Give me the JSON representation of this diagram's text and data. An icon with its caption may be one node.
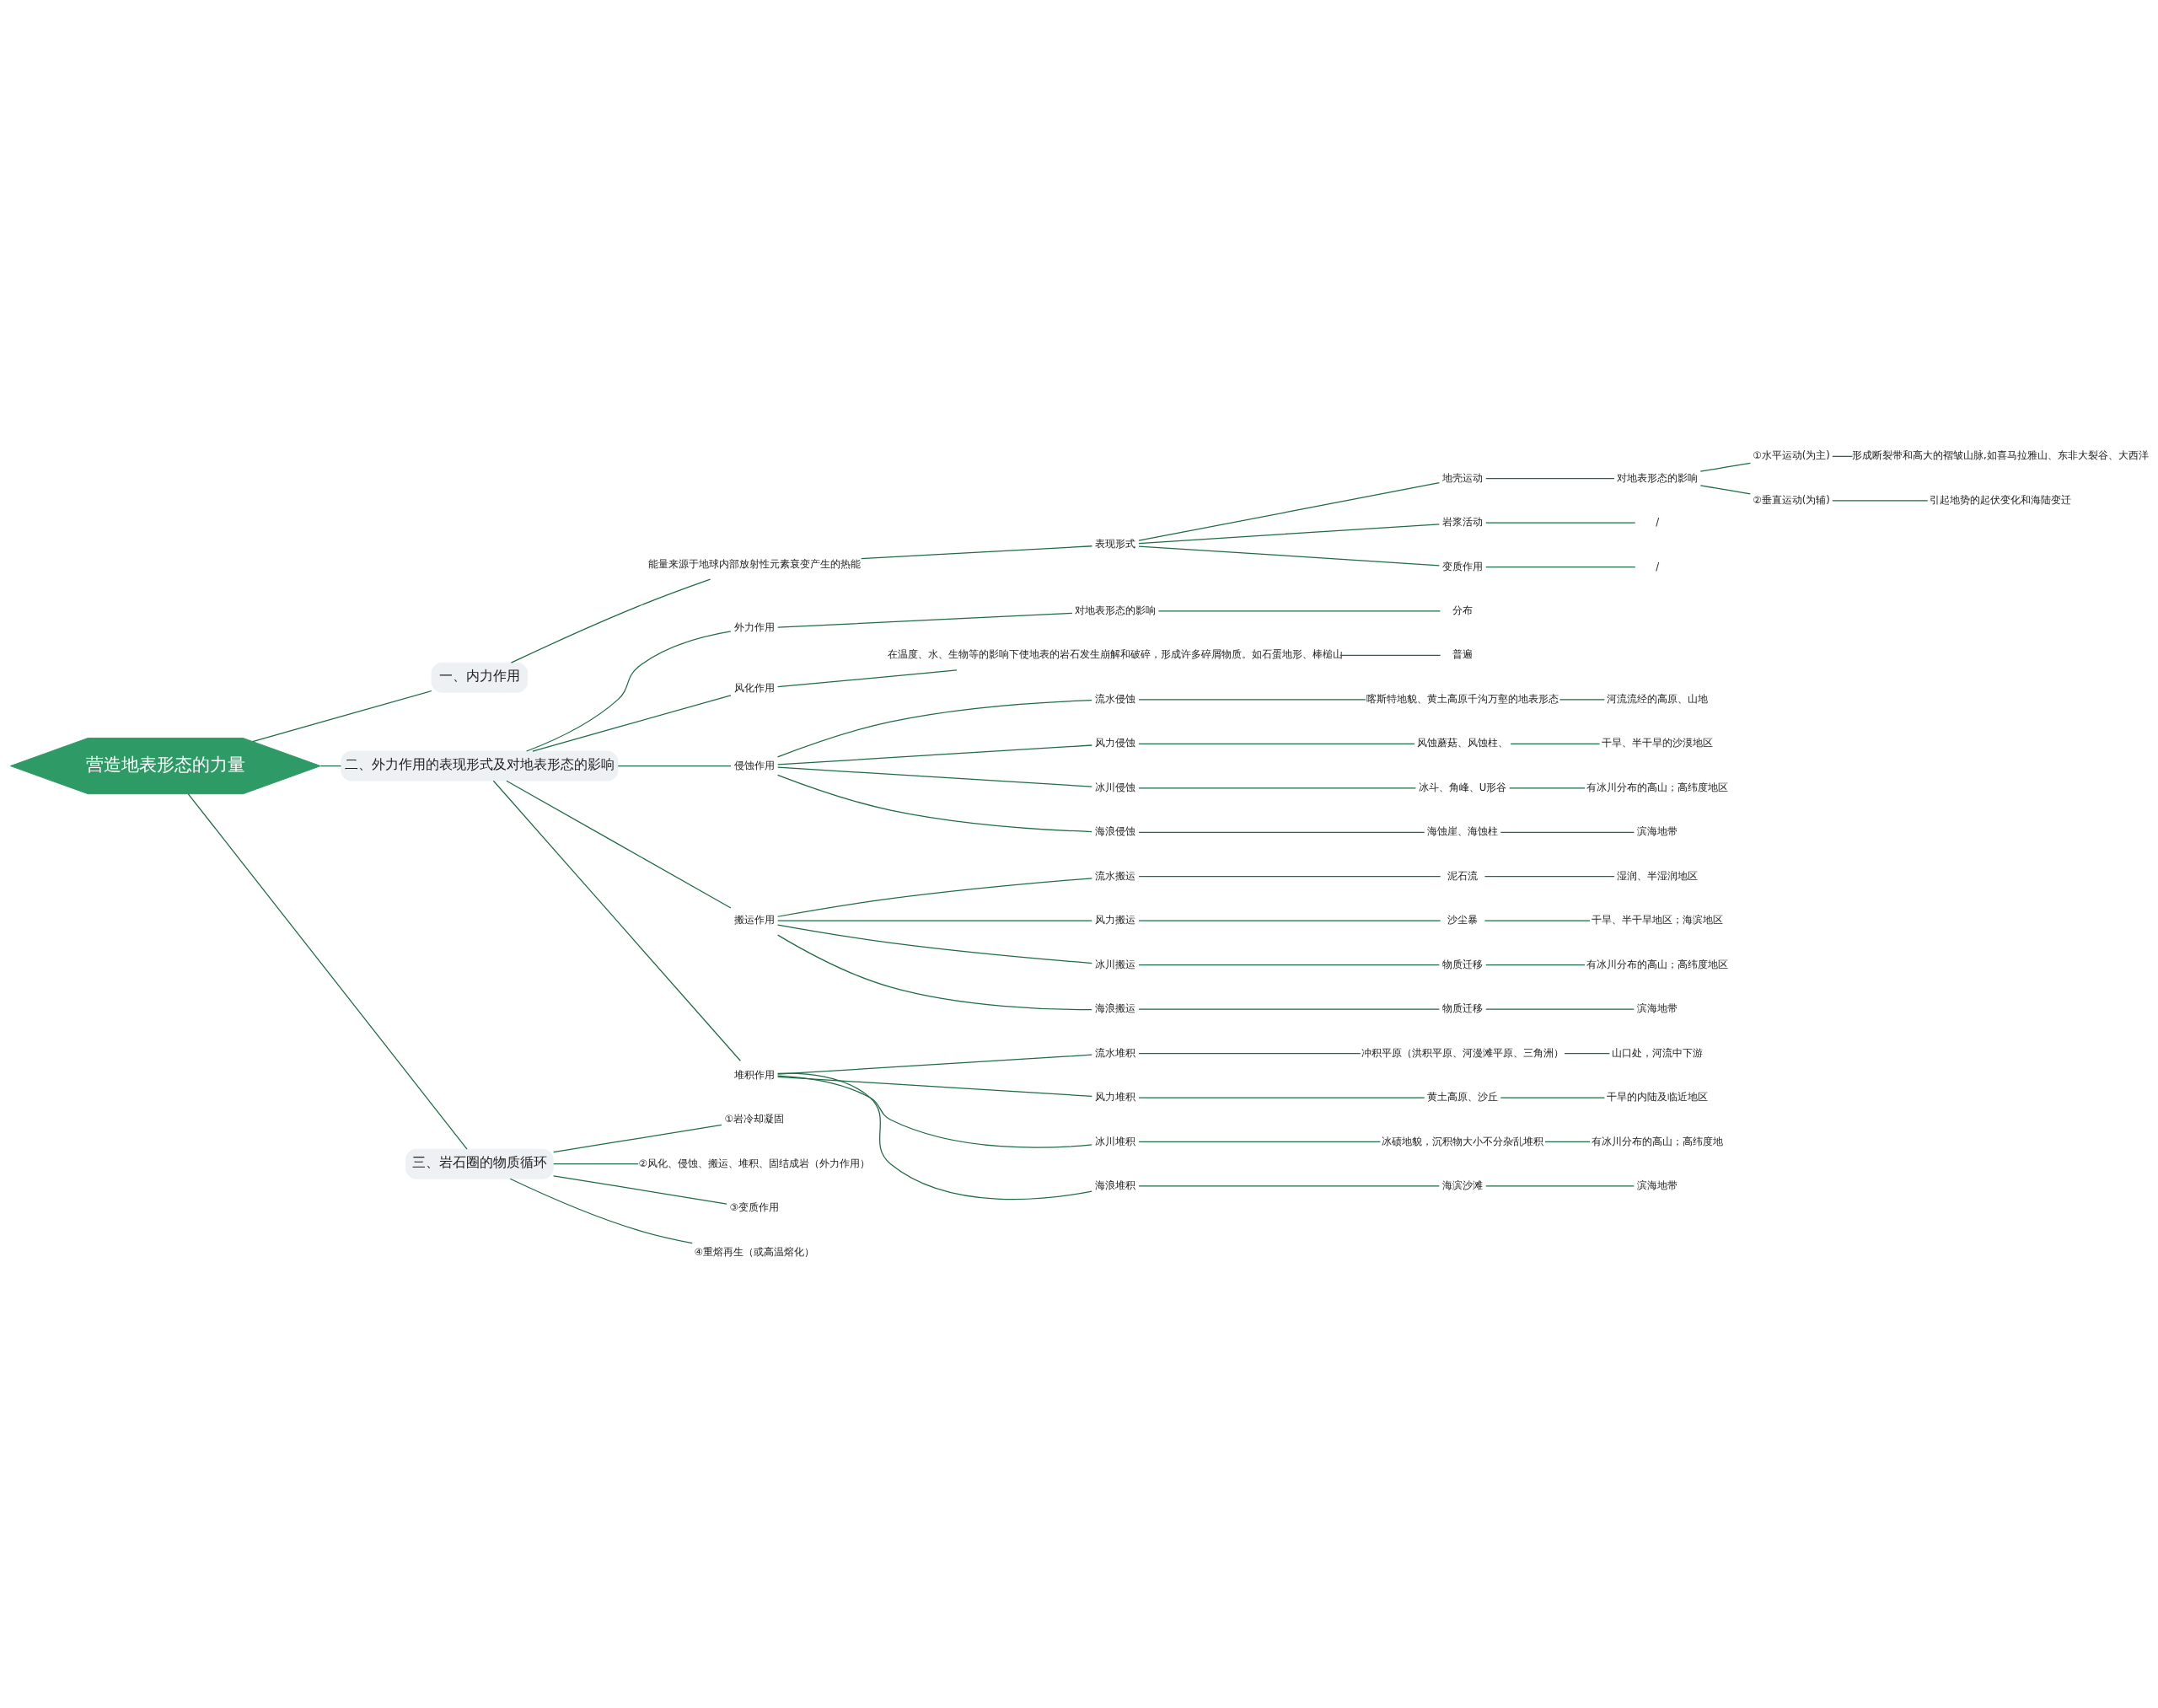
{
  "diagram": {
    "nodes": [
      {
        "text": [
          "营造地表形态的力量"
        ]
      },
      {
        "text": [
          "一、内力作用"
        ]
      },
      {
        "text": [
          "能量来源于地球内部放射性元素衰变产生的热能"
        ]
      },
      {
        "text": [
          "表现形式"
        ]
      },
      {
        "text": [
          "地壳运动"
        ]
      },
      {
        "text": [
          "对地表形态的影响"
        ]
      },
      {
        "text": [
          "①水平运动(为主)"
        ]
      },
      {
        "text": [
          "形成断裂带和高大的褶皱山脉,如喜马拉雅山、东非大裂谷、大西洋"
        ]
      },
      {
        "text": [
          "②垂直运动(为辅)"
        ]
      },
      {
        "text": [
          "引起地势的起伏变化和海陆变迁"
        ]
      },
      {
        "text": [
          "岩浆活动"
        ]
      },
      {
        "text": [
          "/"
        ]
      },
      {
        "text": [
          "变质作用"
        ]
      },
      {
        "text": [
          "/"
        ]
      },
      {
        "text": [
          "二、外力作用的表现形式及对地表形态的影响"
        ]
      },
      {
        "text": [
          "外力作用"
        ]
      },
      {
        "text": [
          "对地表形态的影响"
        ]
      },
      {
        "text": [
          "分布"
        ]
      },
      {
        "text": [
          "风化作用"
        ]
      },
      {
        "text": [
          "在温度、水、生物等的影响下使地表的岩石发生崩解和破碎，形成许多碎屑物质。如石蛋地形、棒槌山"
        ]
      },
      {
        "text": [
          "普遍"
        ]
      },
      {
        "text": [
          "侵蚀作用"
        ]
      },
      {
        "text": [
          "流水侵蚀"
        ]
      },
      {
        "text": [
          "喀斯特地貌、黄土高原千沟万壑的地表形态"
        ]
      },
      {
        "text": [
          "河流流经的高原、山地"
        ]
      },
      {
        "text": [
          "风力侵蚀"
        ]
      },
      {
        "text": [
          "风蚀蘑菇、风蚀柱、"
        ]
      },
      {
        "text": [
          "干旱、半干旱的沙漠地区"
        ]
      },
      {
        "text": [
          "冰川侵蚀"
        ]
      },
      {
        "text": [
          "冰斗、角峰、U形谷"
        ]
      },
      {
        "text": [
          "有冰川分布的高山；高纬度地区"
        ]
      },
      {
        "text": [
          "海浪侵蚀"
        ]
      },
      {
        "text": [
          "海蚀崖、海蚀柱"
        ]
      },
      {
        "text": [
          "滨海地带"
        ]
      },
      {
        "text": [
          "搬运作用"
        ]
      },
      {
        "text": [
          "流水搬运"
        ]
      },
      {
        "text": [
          "泥石流"
        ]
      },
      {
        "text": [
          "湿润、半湿润地区"
        ]
      },
      {
        "text": [
          "风力搬运"
        ]
      },
      {
        "text": [
          "沙尘暴"
        ]
      },
      {
        "text": [
          "干旱、半干旱地区；海滨地区"
        ]
      },
      {
        "text": [
          "冰川搬运"
        ]
      },
      {
        "text": [
          "物质迁移"
        ]
      },
      {
        "text": [
          "有冰川分布的高山；高纬度地区"
        ]
      },
      {
        "text": [
          "海浪搬运"
        ]
      },
      {
        "text": [
          "物质迁移"
        ]
      },
      {
        "text": [
          "滨海地带"
        ]
      },
      {
        "text": [
          "堆积作用"
        ]
      },
      {
        "text": [
          "流水堆积"
        ]
      },
      {
        "text": [
          "冲积平原（洪积平原、河漫滩平原、三角洲）"
        ]
      },
      {
        "text": [
          "山口处，河流中下游"
        ]
      },
      {
        "text": [
          "风力堆积"
        ]
      },
      {
        "text": [
          "黄土高原、沙丘"
        ]
      },
      {
        "text": [
          "干旱的内陆及临近地区"
        ]
      },
      {
        "text": [
          "冰川堆积"
        ]
      },
      {
        "text": [
          "冰碛地貌，沉积物大小不分杂乱堆积"
        ]
      },
      {
        "text": [
          "有冰川分布的高山；高纬度地"
        ]
      },
      {
        "text": [
          "海浪堆积"
        ]
      },
      {
        "text": [
          "海滨沙滩"
        ]
      },
      {
        "text": [
          "滨海地带"
        ]
      },
      {
        "text": [
          "三、岩石圈的物质循环"
        ]
      },
      {
        "text": [
          "①岩冷却凝固"
        ]
      },
      {
        "text": [
          "②风化、侵蚀、搬运、堆积、固结成岩（外力作用）"
        ]
      },
      {
        "text": [
          "③变质作用"
        ]
      },
      {
        "text": [
          "④重熔再生（或高温熔化）"
        ]
      }
    ],
    "edges": [
      {
        "from": 0,
        "to": 1,
        "arrow": "none"
      },
      {
        "from": 1,
        "to": 2,
        "arrow": "none"
      },
      {
        "from": 2,
        "to": 3,
        "arrow": "none"
      },
      {
        "from": 3,
        "to": 4,
        "arrow": "none"
      },
      {
        "from": 4,
        "to": 5,
        "arrow": "none"
      },
      {
        "from": 5,
        "to": 6,
        "arrow": "none"
      },
      {
        "from": 6,
        "to": 7,
        "arrow": "none"
      },
      {
        "from": 5,
        "to": 8,
        "arrow": "none"
      },
      {
        "from": 8,
        "to": 9,
        "arrow": "none"
      },
      {
        "from": 3,
        "to": 10,
        "arrow": "none"
      },
      {
        "from": 10,
        "to": 11,
        "arrow": "none"
      },
      {
        "from": 3,
        "to": 12,
        "arrow": "none"
      },
      {
        "from": 12,
        "to": 13,
        "arrow": "none"
      },
      {
        "from": 0,
        "to": 14,
        "arrow": "none"
      },
      {
        "from": 14,
        "to": 15,
        "arrow": "none"
      },
      {
        "from": 15,
        "to": 16,
        "arrow": "none"
      },
      {
        "from": 16,
        "to": 17,
        "arrow": "none"
      },
      {
        "from": 14,
        "to": 18,
        "arrow": "none"
      },
      {
        "from": 18,
        "to": 19,
        "arrow": "none"
      },
      {
        "from": 19,
        "to": 20,
        "arrow": "none"
      },
      {
        "from": 14,
        "to": 21,
        "arrow": "none"
      },
      {
        "from": 21,
        "to": 22,
        "arrow": "none"
      },
      {
        "from": 22,
        "to": 23,
        "arrow": "none"
      },
      {
        "from": 23,
        "to": 24,
        "arrow": "none"
      },
      {
        "from": 21,
        "to": 25,
        "arrow": "none"
      },
      {
        "from": 25,
        "to": 26,
        "arrow": "none"
      },
      {
        "from": 26,
        "to": 27,
        "arrow": "none"
      },
      {
        "from": 21,
        "to": 28,
        "arrow": "none"
      },
      {
        "from": 28,
        "to": 29,
        "arrow": "none"
      },
      {
        "from": 29,
        "to": 30,
        "arrow": "none"
      },
      {
        "from": 21,
        "to": 31,
        "arrow": "none"
      },
      {
        "from": 31,
        "to": 32,
        "arrow": "none"
      },
      {
        "from": 32,
        "to": 33,
        "arrow": "none"
      },
      {
        "from": 14,
        "to": 34,
        "arrow": "none"
      },
      {
        "from": 34,
        "to": 35,
        "arrow": "none"
      },
      {
        "from": 35,
        "to": 36,
        "arrow": "none"
      },
      {
        "from": 36,
        "to": 37,
        "arrow": "none"
      },
      {
        "from": 34,
        "to": 38,
        "arrow": "none"
      },
      {
        "from": 38,
        "to": 39,
        "arrow": "none"
      },
      {
        "from": 39,
        "to": 40,
        "arrow": "none"
      },
      {
        "from": 34,
        "to": 41,
        "arrow": "none"
      },
      {
        "from": 41,
        "to": 42,
        "arrow": "none"
      },
      {
        "from": 42,
        "to": 43,
        "arrow": "none"
      },
      {
        "from": 34,
        "to": 44,
        "arrow": "none"
      },
      {
        "from": 44,
        "to": 45,
        "arrow": "none"
      },
      {
        "from": 45,
        "to": 46,
        "arrow": "none"
      },
      {
        "from": 14,
        "to": 47,
        "arrow": "none"
      },
      {
        "from": 47,
        "to": 48,
        "arrow": "none"
      },
      {
        "from": 48,
        "to": 49,
        "arrow": "none"
      },
      {
        "from": 49,
        "to": 50,
        "arrow": "none"
      },
      {
        "from": 47,
        "to": 51,
        "arrow": "none"
      },
      {
        "from": 51,
        "to": 52,
        "arrow": "none"
      },
      {
        "from": 52,
        "to": 53,
        "arrow": "none"
      },
      {
        "from": 47,
        "to": 54,
        "arrow": "none"
      },
      {
        "from": 54,
        "to": 55,
        "arrow": "none"
      },
      {
        "from": 55,
        "to": 56,
        "arrow": "none"
      },
      {
        "from": 47,
        "to": 57,
        "arrow": "none"
      },
      {
        "from": 57,
        "to": 58,
        "arrow": "none"
      },
      {
        "from": 58,
        "to": 59,
        "arrow": "none"
      },
      {
        "from": 0,
        "to": 60,
        "arrow": "none"
      },
      {
        "from": 60,
        "to": 61,
        "arrow": "none"
      },
      {
        "from": 60,
        "to": 62,
        "arrow": "none"
      },
      {
        "from": 60,
        "to": 63,
        "arrow": "none"
      },
      {
        "from": 60,
        "to": 64,
        "arrow": "none"
      }
    ]
  }
}
